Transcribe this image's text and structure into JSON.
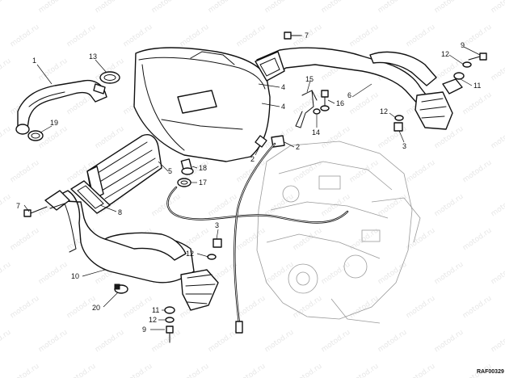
{
  "diagram": {
    "reference_code": "RAF00329",
    "watermark_text": "motod.ru",
    "callouts": [
      {
        "id": "c1",
        "label": "1"
      },
      {
        "id": "c13",
        "label": "13"
      },
      {
        "id": "c19",
        "label": "19"
      },
      {
        "id": "c7a",
        "label": "7"
      },
      {
        "id": "c4a",
        "label": "4"
      },
      {
        "id": "c4b",
        "label": "4"
      },
      {
        "id": "c2a",
        "label": "2"
      },
      {
        "id": "c2b",
        "label": "2"
      },
      {
        "id": "c15",
        "label": "15"
      },
      {
        "id": "c16",
        "label": "16"
      },
      {
        "id": "c14",
        "label": "14"
      },
      {
        "id": "c6",
        "label": "6"
      },
      {
        "id": "c9a",
        "label": "9"
      },
      {
        "id": "c12a",
        "label": "12"
      },
      {
        "id": "c11a",
        "label": "11"
      },
      {
        "id": "c12b",
        "label": "12"
      },
      {
        "id": "c3a",
        "label": "3"
      },
      {
        "id": "c5",
        "label": "5"
      },
      {
        "id": "c18",
        "label": "18"
      },
      {
        "id": "c17",
        "label": "17"
      },
      {
        "id": "c8",
        "label": "8"
      },
      {
        "id": "c7b",
        "label": "7"
      },
      {
        "id": "c3b",
        "label": "3"
      },
      {
        "id": "c12c",
        "label": "12"
      },
      {
        "id": "c10",
        "label": "10"
      },
      {
        "id": "c20",
        "label": "20"
      },
      {
        "id": "c11b",
        "label": "11"
      },
      {
        "id": "c12d",
        "label": "12"
      },
      {
        "id": "c9b",
        "label": "9"
      }
    ]
  }
}
